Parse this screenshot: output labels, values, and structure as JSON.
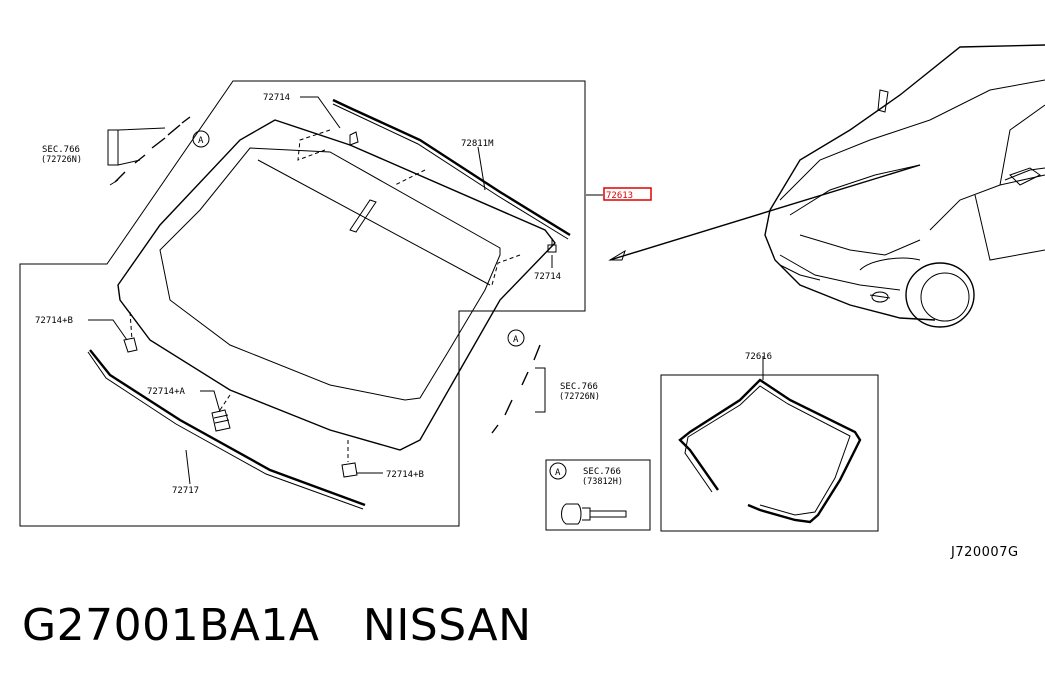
{
  "parts": {
    "p72714_top": "72714",
    "p72811m": "72811M",
    "p72613": "72613",
    "p72714_right": "72714",
    "p72714b_left": "72714+B",
    "p72714a": "72714+A",
    "p72714b_bottom": "72714+B",
    "p72717": "72717",
    "p72616": "72616"
  },
  "sec_refs": {
    "left_sec": "SEC.766",
    "left_sub": "(72726N)",
    "right_sec": "SEC.766",
    "right_sub": "(72726N)",
    "inset_sec": "SEC.766",
    "inset_sub": "(73812H)"
  },
  "markers": {
    "a_left": "A",
    "a_mid": "A",
    "a_inset": "A"
  },
  "diagram_code": "J720007G",
  "caption": "G27001BA1A   NISSAN",
  "colors": {
    "highlight": "#e00000",
    "line": "#000000"
  }
}
